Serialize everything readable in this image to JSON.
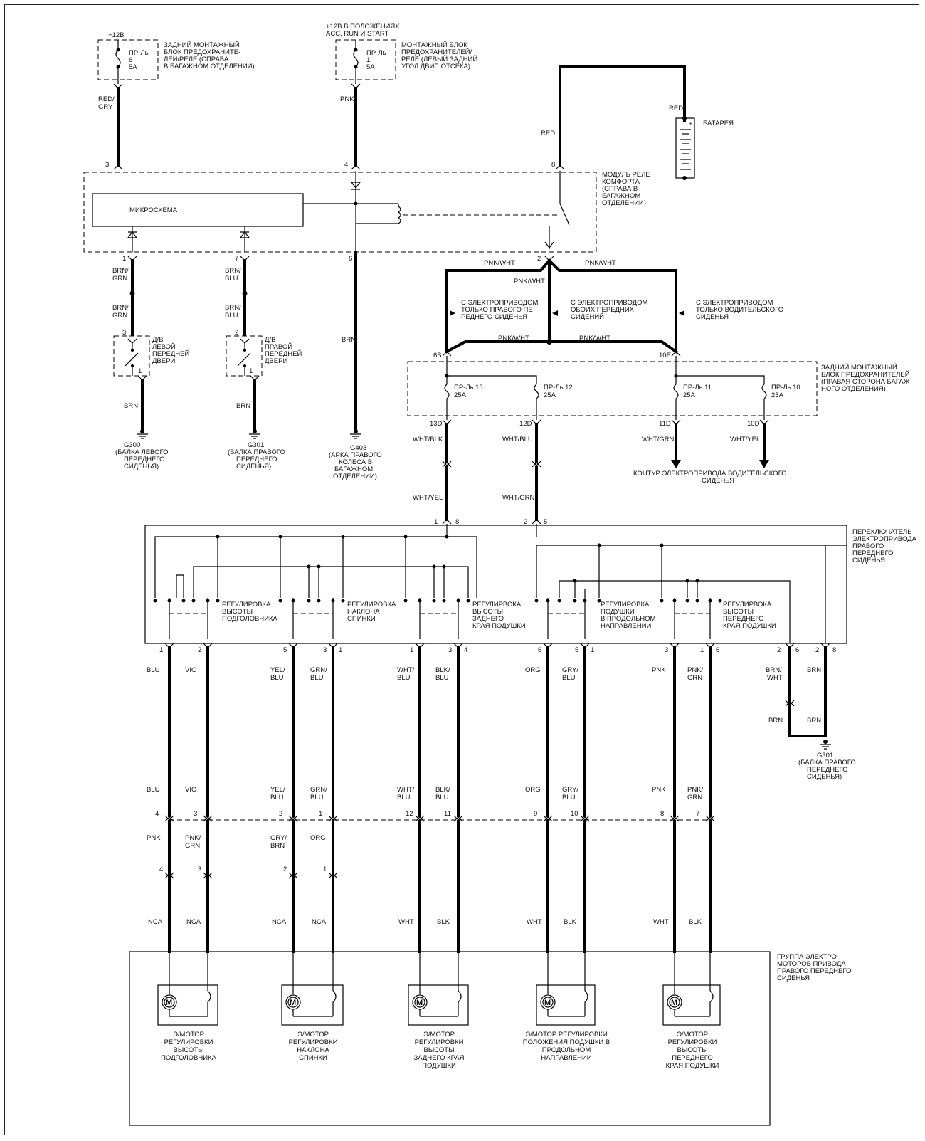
{
  "top_fuse_left": {
    "supply": "+12В",
    "fuse": [
      "ПР-Ль",
      "6",
      "5А"
    ],
    "desc": [
      "ЗАДНИЙ МОНТАЖНЫЙ",
      "БЛОК ПРЕДОХРАНИТЕ-",
      "ЛЕЙ/РЕЛЕ (СПРАВА",
      "В БАГАЖНОМ ОТДЕЛЕНИИ)"
    ],
    "wire": [
      "RED/",
      "GRY"
    ]
  },
  "top_fuse_mid": {
    "supply": [
      "+12В В ПОЛОЖЕНИЯХ",
      "ACC, RUN И START"
    ],
    "fuse": [
      "ПР-Ль",
      "1",
      "5А"
    ],
    "desc": [
      "МОНТАЖНЫЙ БЛОК",
      "ПРЕДОХРАНИТЕЛЕЙ/",
      "РЕЛЕ (ЛЕВЫЙ ЗАДНИЙ",
      "УГОЛ ДВИГ. ОТСЕКА)"
    ],
    "wire": "PNK"
  },
  "battery": {
    "label": "БАТАРЕЯ",
    "wire_top": "RED",
    "wire_side": "RED",
    "plus": "+"
  },
  "relay_module": {
    "chip": "МИКРОСХЕМА",
    "desc": [
      "МОДУЛЬ РЕЛЕ",
      "КОМФОРТА",
      "(СПРАВА В",
      "БАГАЖНОМ",
      "ОТДЕЛЕНИИ)"
    ],
    "pins": {
      "p3": "3",
      "p4": "4",
      "p8": "8",
      "p1": "1",
      "p7": "7",
      "p6": "6",
      "p2": "2"
    }
  },
  "door_left": {
    "wire1": [
      "BRN/",
      "GRN"
    ],
    "wire2": [
      "BRN/",
      "GRN"
    ],
    "pin_top": "3",
    "pin_bot": "1",
    "desc": [
      "Д/В",
      "ЛЕВОЙ",
      "ПЕРЕДНЕЙ",
      "ДВЕРИ"
    ],
    "wire3": "BRN",
    "ground": [
      "G300",
      "(БАЛКА ЛЕВОГО",
      "ПЕРЕДНЕГО",
      "СИДЕНЬЯ)"
    ]
  },
  "door_right": {
    "wire1": [
      "BRN/",
      "BLU"
    ],
    "wire2": [
      "BRN/",
      "BLU"
    ],
    "pin_top": "2",
    "pin_bot": "1",
    "desc": [
      "Д/В",
      "ПРАВОЙ",
      "ПЕРЕДНЕЙ",
      "ДВЕРИ"
    ],
    "wire3": "BRN",
    "ground": [
      "G301",
      "(БАЛКА ПРАВОГО",
      "ПЕРЕДНЕГО",
      "СИДЕНЬЯ)"
    ]
  },
  "g403": {
    "wire": "BRN",
    "ground": [
      "G403",
      "(АРКА ПРАВОГО",
      "КОЛЕСА В",
      "БАГАЖНОМ",
      "ОТДЕЛЕНИИ)"
    ]
  },
  "distribution": {
    "w_left": "PNK/WHT",
    "w_right": "PNK/WHT",
    "w_mid": "PNK/WHT",
    "w_bus_l": "PNK/WHT",
    "w_bus_r": "PNK/WHT",
    "opt_left": [
      "С ЭЛЕКТРОПРИВОДОМ",
      "ТОЛЬКО ПРАВОГО ПЕ-",
      "РЕДНЕГО СИДЕНЬЯ"
    ],
    "opt_mid": [
      "С ЭЛЕКТРОПРИВОДОМ",
      "ОБОИХ ПЕРЕДНИХ",
      "СИДЕНИЙ"
    ],
    "opt_right": [
      "С ЭЛЕКТРОПРИВОДОМ",
      "ТОЛЬКО ВОДИТЕЛЬСКОГО",
      "СИДЕНЬЯ"
    ]
  },
  "rear_fuse_block": {
    "desc": [
      "ЗАДНИЙ МОНТАЖНЫЙ",
      "БЛОК ПРЕДОХРАНИТЕЛЕЙ",
      "(ПРАВАЯ СТОРОНА БАГАЖ-",
      "НОГО ОТДЕЛЕНИЯ)"
    ],
    "pin_in_l": "6В",
    "pin_in_r": "10Е",
    "fuses": [
      {
        "name": "ПР-Ль 13",
        "amp": "25А",
        "pin": "13D",
        "wire": "WHT/BLK"
      },
      {
        "name": "ПР-Ль 12",
        "amp": "25А",
        "pin": "12D",
        "wire": "WHT/BLU"
      },
      {
        "name": "ПР-Ль 11",
        "amp": "25А",
        "pin": "11D",
        "wire": "WHT/GRN"
      },
      {
        "name": "ПР-Ль 10",
        "amp": "25А",
        "pin": "10D",
        "wire": "WHT/YEL"
      }
    ],
    "driver_circuit": [
      "КОНТУР ЭЛЕКТРОПРИВОДА ВОДИТЕЛЬСКОГО",
      "СИДЕНЬЯ"
    ]
  },
  "switch_in": {
    "w1": "WHT/YEL",
    "w2": "WHT/GRN",
    "p1": "1",
    "p1s": "8",
    "p2": "2",
    "p2s": "5"
  },
  "switch": {
    "desc": [
      "ПЕРЕКЛЮЧАТЕЛЬ",
      "ЭЛЕКТРОПРИВОДА",
      "ПРАВОГО",
      "ПЕРЕДНЕГО",
      "СИДЕНЬЯ"
    ],
    "sections": [
      [
        "РЕГУЛИРОВКА",
        "ВЫСОТЫ",
        "ПОДГОЛОВНИКА"
      ],
      [
        "РЕГУЛИРОВКА",
        "НАКЛОНА",
        "СПИНКИ"
      ],
      [
        "РЕГУЛИРВОКА",
        "ВЫСОТЫ",
        "ЗАДНЕГО",
        "КРАЯ ПОДУШКИ"
      ],
      [
        "РЕГУЛИРОВКА",
        "ПОДУШКИ",
        "В ПРОДОЛЬНОМ",
        "НАПРАВЛЕНИИ"
      ],
      [
        "РЕГУЛИРВОКА",
        "ВЫСОТЫ",
        "ПЕРЕДНЕГО",
        "КРАЯ ПОДУШКИ"
      ]
    ]
  },
  "sw_pins": [
    "1",
    "2",
    "5",
    "3",
    "1",
    "3",
    "6",
    "5",
    "3",
    "1"
  ],
  "sw_pins_sub": [
    "",
    "",
    "",
    "1",
    "",
    "4",
    "",
    "1",
    "",
    "6"
  ],
  "wires_a": [
    [
      "BLU"
    ],
    [
      "VIO"
    ],
    [
      "YEL/",
      "BLU"
    ],
    [
      "GRN/",
      "BLU"
    ],
    [
      "WHT/",
      "BLU"
    ],
    [
      "BLK/",
      "BLU"
    ],
    [
      "ORG"
    ],
    [
      "GRY/",
      "BLU"
    ],
    [
      "PNK"
    ],
    [
      "PNK/",
      "GRN"
    ]
  ],
  "wires_b": [
    [
      "BLU"
    ],
    [
      "VIO"
    ],
    [
      "YEL/",
      "BLU"
    ],
    [
      "GRN/",
      "BLU"
    ],
    [
      "WHT/",
      "BLU"
    ],
    [
      "BLK/",
      "BLU"
    ],
    [
      "ORG"
    ],
    [
      "GRY/",
      "BLU"
    ],
    [
      "PNK"
    ],
    [
      "PNK/",
      "GRN"
    ]
  ],
  "conn_pins": [
    "4",
    "3",
    "2",
    "1",
    "12",
    "11",
    "9",
    "10",
    "8",
    "7"
  ],
  "wires_c": [
    [
      "PNK"
    ],
    [
      "PNK/",
      "GRN"
    ],
    [
      "GRY/",
      "BRN"
    ],
    [
      "ORG"
    ],
    [
      ""
    ],
    [
      ""
    ],
    [
      ""
    ],
    [
      ""
    ],
    [
      ""
    ],
    [
      ""
    ]
  ],
  "conn2_pins": [
    "4",
    "3",
    "2",
    "1",
    "",
    "",
    "",
    "",
    "",
    ""
  ],
  "wires_d": [
    "NCA",
    "NCA",
    "NCA",
    "NCA",
    "WHT",
    "BLK",
    "WHT",
    "BLK",
    "WHT",
    "BLK"
  ],
  "switch_ground": {
    "p_left": "2",
    "p_left_s": "6",
    "p_right": "2",
    "p_right_s": "8",
    "w_left": [
      "BRN/",
      "WHT"
    ],
    "w_right": "BRN",
    "w_left2": "BRN",
    "w_right2": "BRN",
    "ground": [
      "G301",
      "(БАЛКА ПРАВОГО",
      "ПЕРЕДНЕГО",
      "СИДЕНЬЯ)"
    ]
  },
  "motor_group": {
    "desc": [
      "ГРУППА ЭЛЕКТРО-",
      "МОТОРОВ ПРИВОДА",
      "ПРАВОГО ПЕРЕДНЕГО",
      "СИДЕНЬЯ"
    ],
    "motor_symbol": "M",
    "motors": [
      [
        "Э/МОТОР",
        "РЕГУЛИРОВКИ",
        "ВЫСОТЫ",
        "ПОДГОЛОВНИКА"
      ],
      [
        "Э/МОТОР",
        "РЕГУЛИРОВКИ",
        "НАКЛОНА",
        "СПИНКИ"
      ],
      [
        "Э/МОТОР",
        "РЕГУЛИРОВКИ",
        "ВЫСОТЫ",
        "ЗАДНЕГО КРАЯ",
        "ПОДУШКИ"
      ],
      [
        "Э/МОТОР РЕГУЛИРОВКИ",
        "ПОЛОЖЕНИЯ ПОДУШКИ В",
        "ПРОДОЛЬНОМ",
        "НАПРАВЛЕНИИ"
      ],
      [
        "Э/МОТОР",
        "РЕГУЛИРОВКИ",
        "ВЫСОТЫ",
        "ПЕРЕДНЕГО",
        "КРАЯ ПОДУШКИ"
      ]
    ]
  }
}
